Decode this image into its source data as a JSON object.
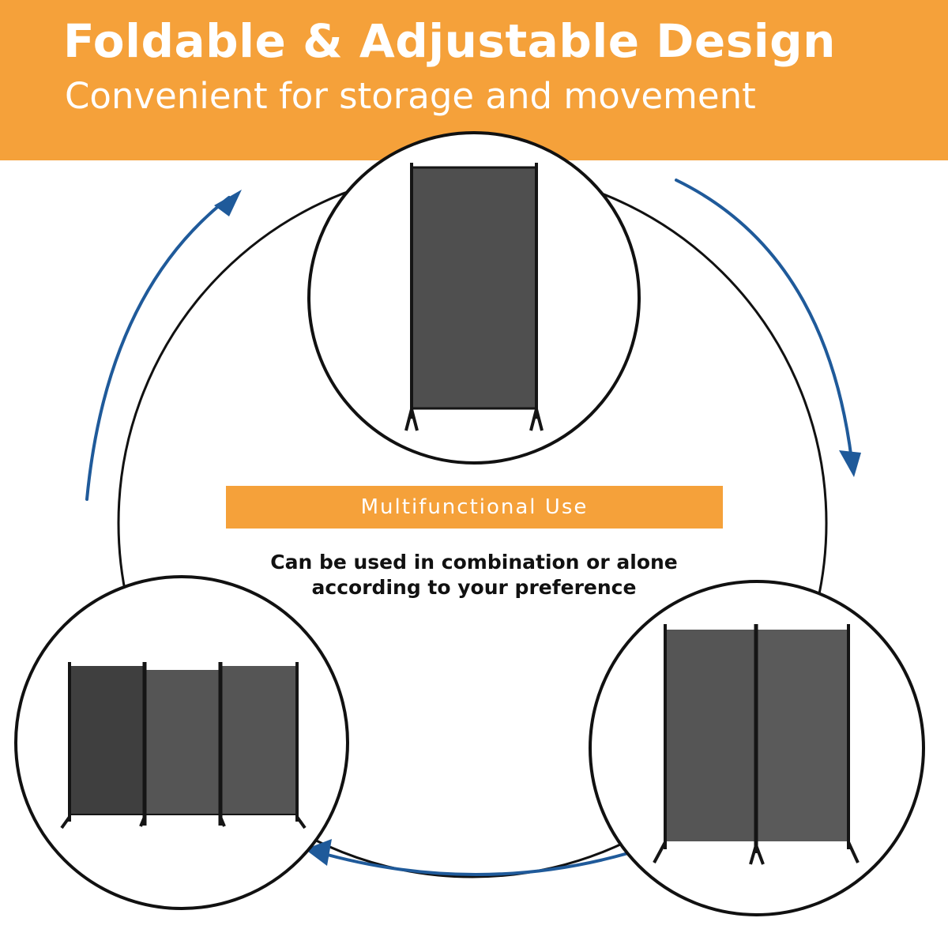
{
  "header": {
    "title": "Foldable & Adjustable Design",
    "subtitle": "Convenient for storage and movement"
  },
  "badge": {
    "label": "Multifunctional Use"
  },
  "description": {
    "line1": "Can be used in combination or alone",
    "line2": "according to your preference"
  },
  "colors": {
    "accent": "#f5a13a",
    "arrow": "#1f5a9a",
    "panel": "#4f4f4f",
    "frame": "#151515"
  },
  "icons": [
    "single-panel-divider",
    "double-panel-divider",
    "triple-panel-divider",
    "cycle-arrow"
  ]
}
